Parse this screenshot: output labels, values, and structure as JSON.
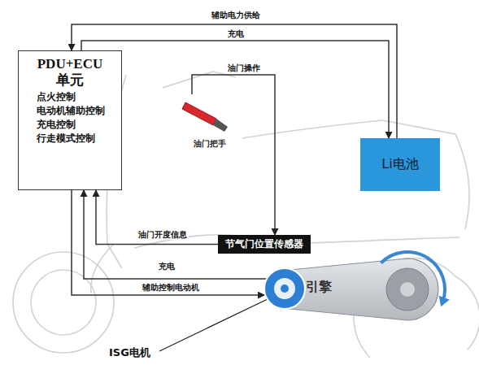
{
  "diagram": {
    "nodes": [
      {
        "text": [
          "PDU+ECU 单元",
          "点火控制",
          "电动机辅助控制",
          "充电控制",
          "行走模式控制"
        ]
      },
      {
        "text": [
          "Li电池"
        ]
      },
      {
        "text": [
          "油门把手"
        ]
      },
      {
        "text": [
          "节气门位置传感器"
        ]
      },
      {
        "text": [
          "引擎"
        ]
      },
      {
        "text": [
          "ISG电机"
        ]
      }
    ],
    "edges": [
      {
        "from": 1,
        "to": 0,
        "label": "辅助电力供给",
        "arrow": "to"
      },
      {
        "from": 0,
        "to": 1,
        "label": "充电",
        "arrow": "to"
      },
      {
        "from": 2,
        "to": 3,
        "label": "油门操作",
        "arrow": "to"
      },
      {
        "from": 3,
        "to": 0,
        "label": "油门开度信息",
        "arrow": "to"
      },
      {
        "from": 5,
        "to": 0,
        "label": "充电",
        "arrow": "to"
      },
      {
        "from": 0,
        "to": 5,
        "label": "辅助控制电动机",
        "arrow": "to"
      }
    ]
  }
}
